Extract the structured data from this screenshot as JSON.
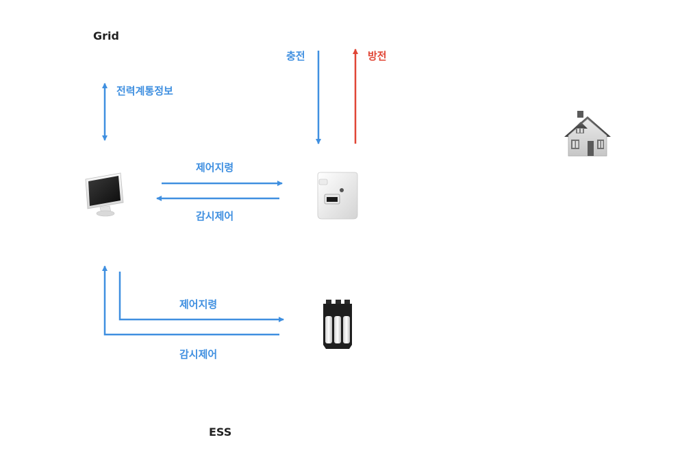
{
  "colors": {
    "blue": "#3f8fe0",
    "red": "#e04535",
    "text": "#222222"
  },
  "labels": {
    "grid": "Grid",
    "ess": "ESS",
    "power_system_info": "전력계통정보",
    "charge": "충전",
    "discharge": "방전",
    "control_command_top": "제어지령",
    "monitoring_control_top": "감시제어",
    "control_command_bottom": "제어지령",
    "monitoring_control_bottom": "감시제어"
  },
  "icons": {
    "monitor": "monitor-icon",
    "pcs": "power-conditioner-icon",
    "battery": "battery-icon",
    "house": "house-icon"
  }
}
